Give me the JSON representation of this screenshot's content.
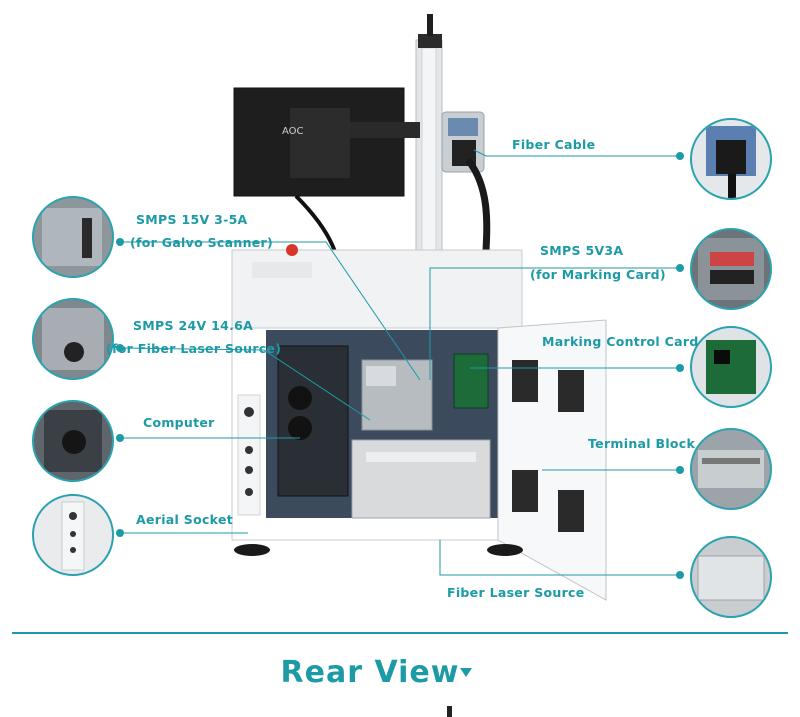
{
  "labels": {
    "fiber_cable": "Fiber Cable",
    "smps_15v": "SMPS 15V 3-5A",
    "smps_15v_sub": "(for Galvo Scanner)",
    "smps_5v": "SMPS 5V3A",
    "smps_5v_sub": "(for Marking Card)",
    "smps_24v": "SMPS 24V 14.6A",
    "smps_24v_sub": "(for Fiber Laser Source)",
    "marking_card": "Marking Control Card",
    "computer": "Computer",
    "terminal_block": "Terminal Block",
    "aerial_socket": "Aerial Socket",
    "fiber_laser_source": "Fiber Laser Source"
  },
  "monitor_brand": "AOC",
  "title": "Rear View",
  "colors": {
    "accent": "#1c9aa6"
  },
  "icons": [
    "triangle-down-icon"
  ]
}
